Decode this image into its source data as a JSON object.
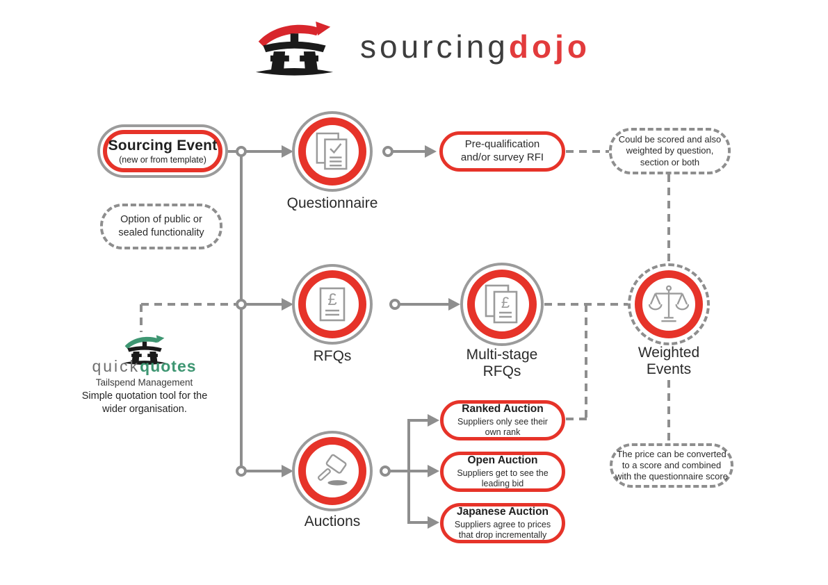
{
  "colors": {
    "accent_red": "#e63329",
    "brand_red": "#e23b3c",
    "line_gray": "#8e8e8e",
    "ring_gray": "#9b9b9b",
    "brand_green": "#3e9672",
    "text_dark": "#222222"
  },
  "header": {
    "brand_sourcing": "sourcing",
    "brand_dojo": "dojo"
  },
  "flow": {
    "sourcing_event": {
      "title": "Sourcing Event",
      "subtitle": "(new or from template)"
    },
    "option_note": "Option of public or\nsealed functionality",
    "questionnaire": {
      "label": "Questionnaire"
    },
    "prequal": "Pre-qualification\nand/or survey RFI",
    "scored_note": "Could be scored and also\nweighted by question,\nsection or both",
    "rfqs": {
      "label": "RFQs"
    },
    "multistage": {
      "label": "Multi-stage\nRFQs"
    },
    "weighted": {
      "label": "Weighted\nEvents"
    },
    "price_note": "The price can be converted\nto a score and combined\nwith the questionnaire score",
    "auctions": {
      "label": "Auctions"
    },
    "auction_types": [
      {
        "title": "Ranked Auction",
        "desc": "Suppliers only see their\nown rank"
      },
      {
        "title": "Open Auction",
        "desc": "Suppliers get to see the\nleading bid"
      },
      {
        "title": "Japanese Auction",
        "desc": "Suppliers agree to prices\nthat drop incrementally"
      }
    ],
    "quickquotes": {
      "brand_quick": "quick",
      "brand_quotes": "quotes",
      "tagline": "Tailspend Management",
      "desc": "Simple quotation tool for the\nwider organisation."
    }
  }
}
